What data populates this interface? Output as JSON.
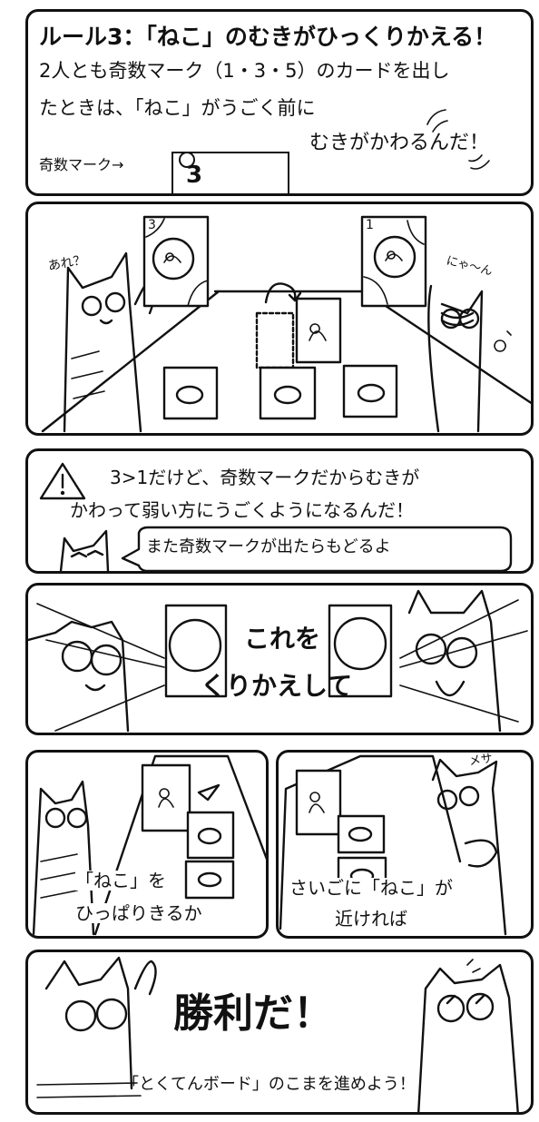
{
  "panel1": {
    "rule_title": "ルール3：「ねこ」のむきがひっくりかえる！",
    "line1": "2人とも奇数マーク（1・3・5）のカードを出し",
    "line2": "たときは、「ねこ」がうごく前に",
    "line3": "むきがかわるんだ！",
    "odd_mark_label": "奇数マーク→",
    "card_number": "3"
  },
  "panel2": {
    "left_cat_speech": "あれ？",
    "right_cat_speech": "にゃ〜ん",
    "left_card_number": "3",
    "right_card_number": "1"
  },
  "panel3": {
    "explanation_line1": "3>1だけど、奇数マークだからむきが",
    "explanation_line2": "かわって弱い方にうごくようになるんだ！",
    "bubble_text": "また奇数マークが出たらもどるよ"
  },
  "panel4": {
    "text1": "これを",
    "text2": "くりかえして"
  },
  "panel5a": {
    "text1": "「ねこ」を",
    "text2": "ひっぱりきるか"
  },
  "panel5b": {
    "cat_speech": "メサ",
    "text1": "さいごに「ねこ」が",
    "text2": "近ければ"
  },
  "panel6": {
    "victory": "勝利だ！",
    "caption": "「とくてんボード」のこまを進めよう！"
  }
}
